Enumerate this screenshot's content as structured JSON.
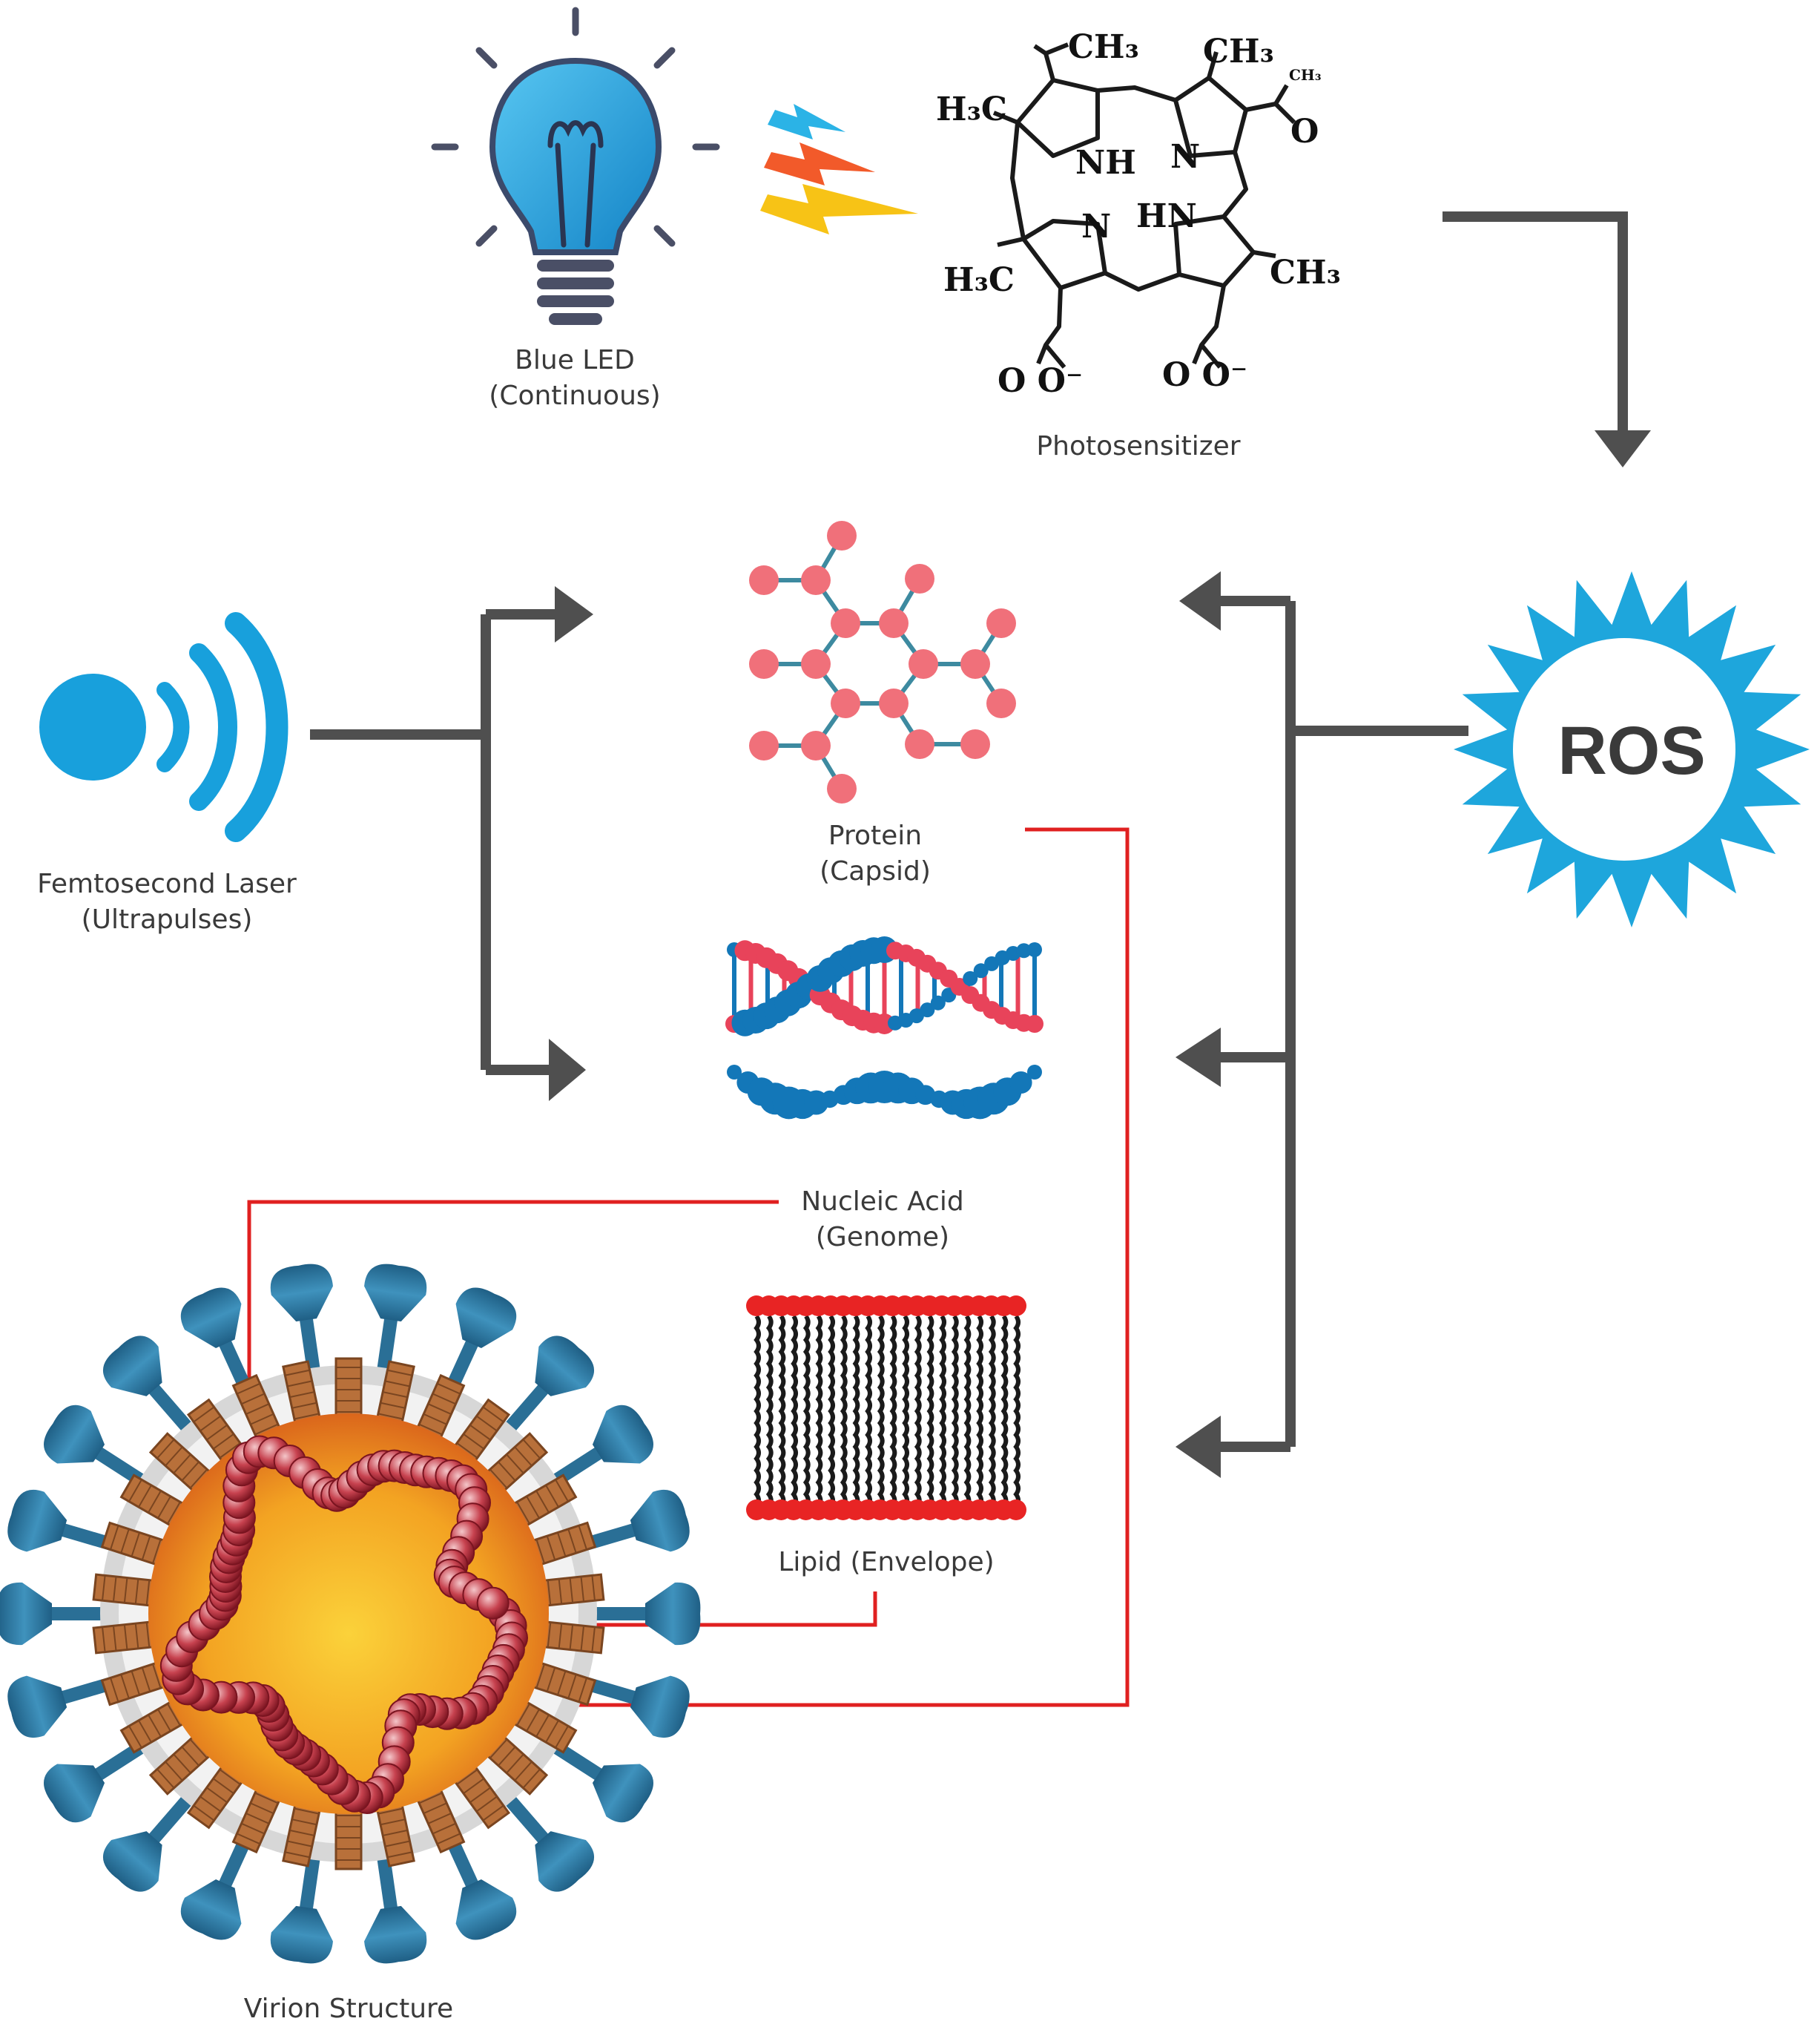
{
  "light_sources": {
    "blue_led": {
      "name": "Blue LED",
      "mode": "(Continuous)",
      "icon": "light-bulb-icon"
    },
    "femtosecond_laser": {
      "name": "Femtosecond Laser",
      "mode": "(Ultrapulses)",
      "icon": "laser-wave-icon"
    }
  },
  "photosensitizer": {
    "label": "Photosensitizer",
    "atoms": {
      "ch3_top_left": "CH₃",
      "ch3_top_right": "CH₃",
      "ch3_small": "CH₃",
      "h3c_upper": "H₃C",
      "h3c_lower": "H₃C",
      "ch3_right": "CH₃",
      "nh": "NH",
      "hn": "HN",
      "n_right": "N",
      "n_left": "N",
      "carbonyl_o": "O",
      "carboxylate_left": "O   O⁻",
      "carboxylate_right": "O   O⁻"
    }
  },
  "ros": {
    "label": "ROS"
  },
  "targets": {
    "protein": {
      "name": "Protein",
      "sub": "(Capsid)"
    },
    "nucleic_acid": {
      "name": "Nucleic Acid",
      "sub": "(Genome)"
    },
    "lipid": {
      "name": "Lipid (Envelope)"
    }
  },
  "virion": {
    "label": "Virion Structure"
  },
  "colors": {
    "arrow_gray": "#4f4f4f",
    "ros_blue": "#1ea6dc",
    "bulb_blue": "#1ba3dd",
    "protein_red": "#f0707a",
    "protein_link": "#3d8aa0",
    "dna_blue": "#1377b8",
    "dna_red": "#e8435a",
    "lipid_red": "#e82424",
    "connector_red": "#e02020",
    "virion_core": "#f0a020",
    "spike_blue": "#2a78a0",
    "m_protein": "#b8703a"
  }
}
